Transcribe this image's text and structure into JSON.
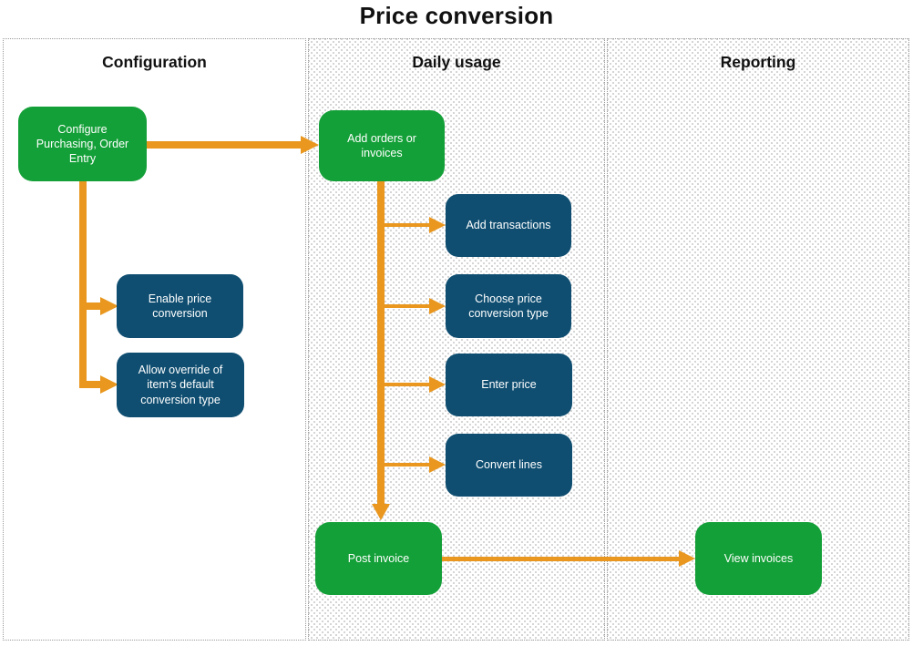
{
  "title": "Price conversion",
  "lanes": [
    {
      "label": "Configuration"
    },
    {
      "label": "Daily usage"
    },
    {
      "label": "Reporting"
    }
  ],
  "nodes": {
    "configure": {
      "label": "Configure Purchasing, Order Entry",
      "type": "start"
    },
    "enable_price": {
      "label": "Enable price conversion",
      "type": "step"
    },
    "allow_override": {
      "label": "Allow override of item’s default conversion type",
      "type": "step"
    },
    "add_orders": {
      "label": "Add orders or invoices",
      "type": "start"
    },
    "add_transactions": {
      "label": "Add transactions",
      "type": "step"
    },
    "choose_type": {
      "label": "Choose price conversion type",
      "type": "step"
    },
    "enter_price": {
      "label": "Enter price",
      "type": "step"
    },
    "convert_lines": {
      "label": "Convert lines",
      "type": "step"
    },
    "post_invoice": {
      "label": "Post invoice",
      "type": "start"
    },
    "view_invoices": {
      "label": "View invoices",
      "type": "start"
    }
  },
  "colors": {
    "node_green": "#14A038",
    "node_blue": "#0F4E71",
    "arrow_orange": "#E9971E"
  }
}
